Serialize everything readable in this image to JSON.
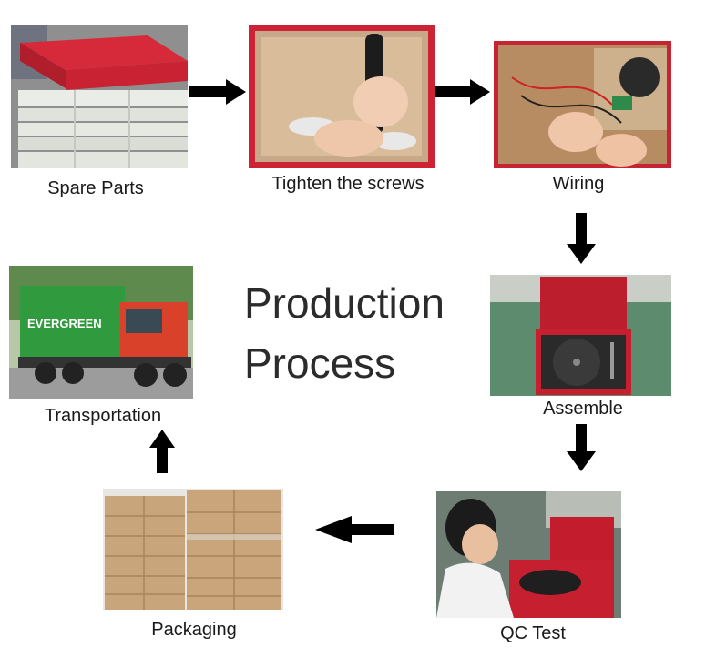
{
  "title": {
    "line1": "Production",
    "line2": "Process"
  },
  "steps": [
    {
      "label": "Spare Parts"
    },
    {
      "label": "Tighten the screws"
    },
    {
      "label": "Wiring"
    },
    {
      "label": "Assemble"
    },
    {
      "label": "QC Test"
    },
    {
      "label": "Packaging"
    },
    {
      "label": "Transportation"
    }
  ],
  "truck_text": "EVERGREEN"
}
